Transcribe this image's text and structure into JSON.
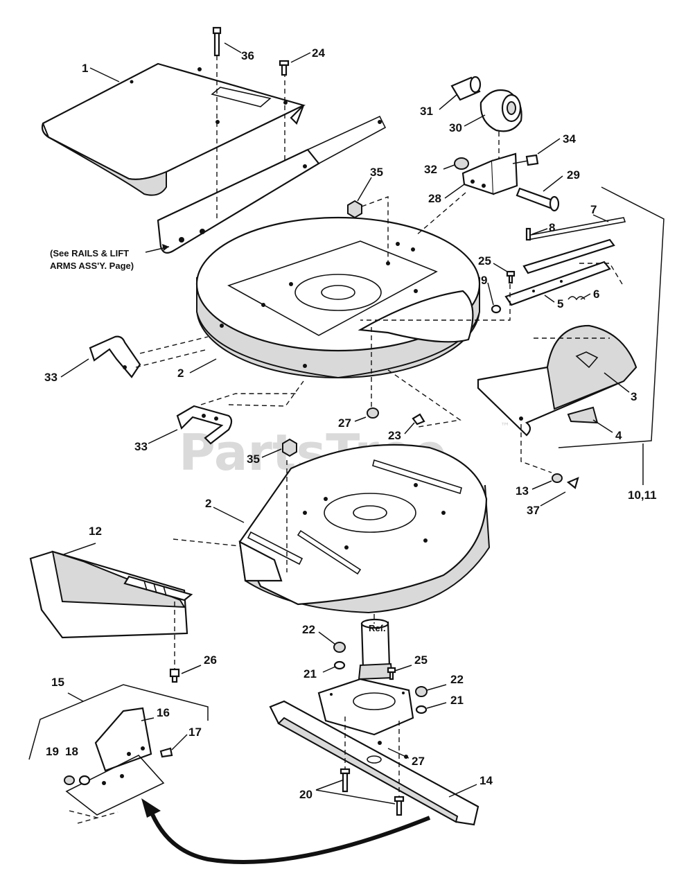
{
  "watermark": {
    "text": "PartsTree",
    "tm": "™"
  },
  "note": {
    "line1": "(See RAILS & LIFT",
    "line2": "ARMS ASS'Y. Page)"
  },
  "ref_text": "Ref.",
  "callouts": [
    {
      "id": "1",
      "text": "1"
    },
    {
      "id": "36",
      "text": "36"
    },
    {
      "id": "24",
      "text": "24"
    },
    {
      "id": "31",
      "text": "31"
    },
    {
      "id": "30",
      "text": "30"
    },
    {
      "id": "34",
      "text": "34"
    },
    {
      "id": "32",
      "text": "32"
    },
    {
      "id": "29",
      "text": "29"
    },
    {
      "id": "28",
      "text": "28"
    },
    {
      "id": "35a",
      "text": "35"
    },
    {
      "id": "7",
      "text": "7"
    },
    {
      "id": "8",
      "text": "8"
    },
    {
      "id": "25a",
      "text": "25"
    },
    {
      "id": "9",
      "text": "9"
    },
    {
      "id": "5",
      "text": "5"
    },
    {
      "id": "6",
      "text": "6"
    },
    {
      "id": "33a",
      "text": "33"
    },
    {
      "id": "2a",
      "text": "2"
    },
    {
      "id": "3",
      "text": "3"
    },
    {
      "id": "4",
      "text": "4"
    },
    {
      "id": "27a",
      "text": "27"
    },
    {
      "id": "23",
      "text": "23"
    },
    {
      "id": "33b",
      "text": "33"
    },
    {
      "id": "35b",
      "text": "35"
    },
    {
      "id": "13",
      "text": "13"
    },
    {
      "id": "10_11",
      "text": "10,11"
    },
    {
      "id": "37",
      "text": "37"
    },
    {
      "id": "2b",
      "text": "2"
    },
    {
      "id": "12",
      "text": "12"
    },
    {
      "id": "22a",
      "text": "22"
    },
    {
      "id": "26",
      "text": "26"
    },
    {
      "id": "25b",
      "text": "25"
    },
    {
      "id": "21a",
      "text": "21"
    },
    {
      "id": "22b",
      "text": "22"
    },
    {
      "id": "21b",
      "text": "21"
    },
    {
      "id": "15",
      "text": "15"
    },
    {
      "id": "16",
      "text": "16"
    },
    {
      "id": "17",
      "text": "17"
    },
    {
      "id": "19",
      "text": "19"
    },
    {
      "id": "18",
      "text": "18"
    },
    {
      "id": "27b",
      "text": "27"
    },
    {
      "id": "14",
      "text": "14"
    },
    {
      "id": "20",
      "text": "20"
    }
  ]
}
